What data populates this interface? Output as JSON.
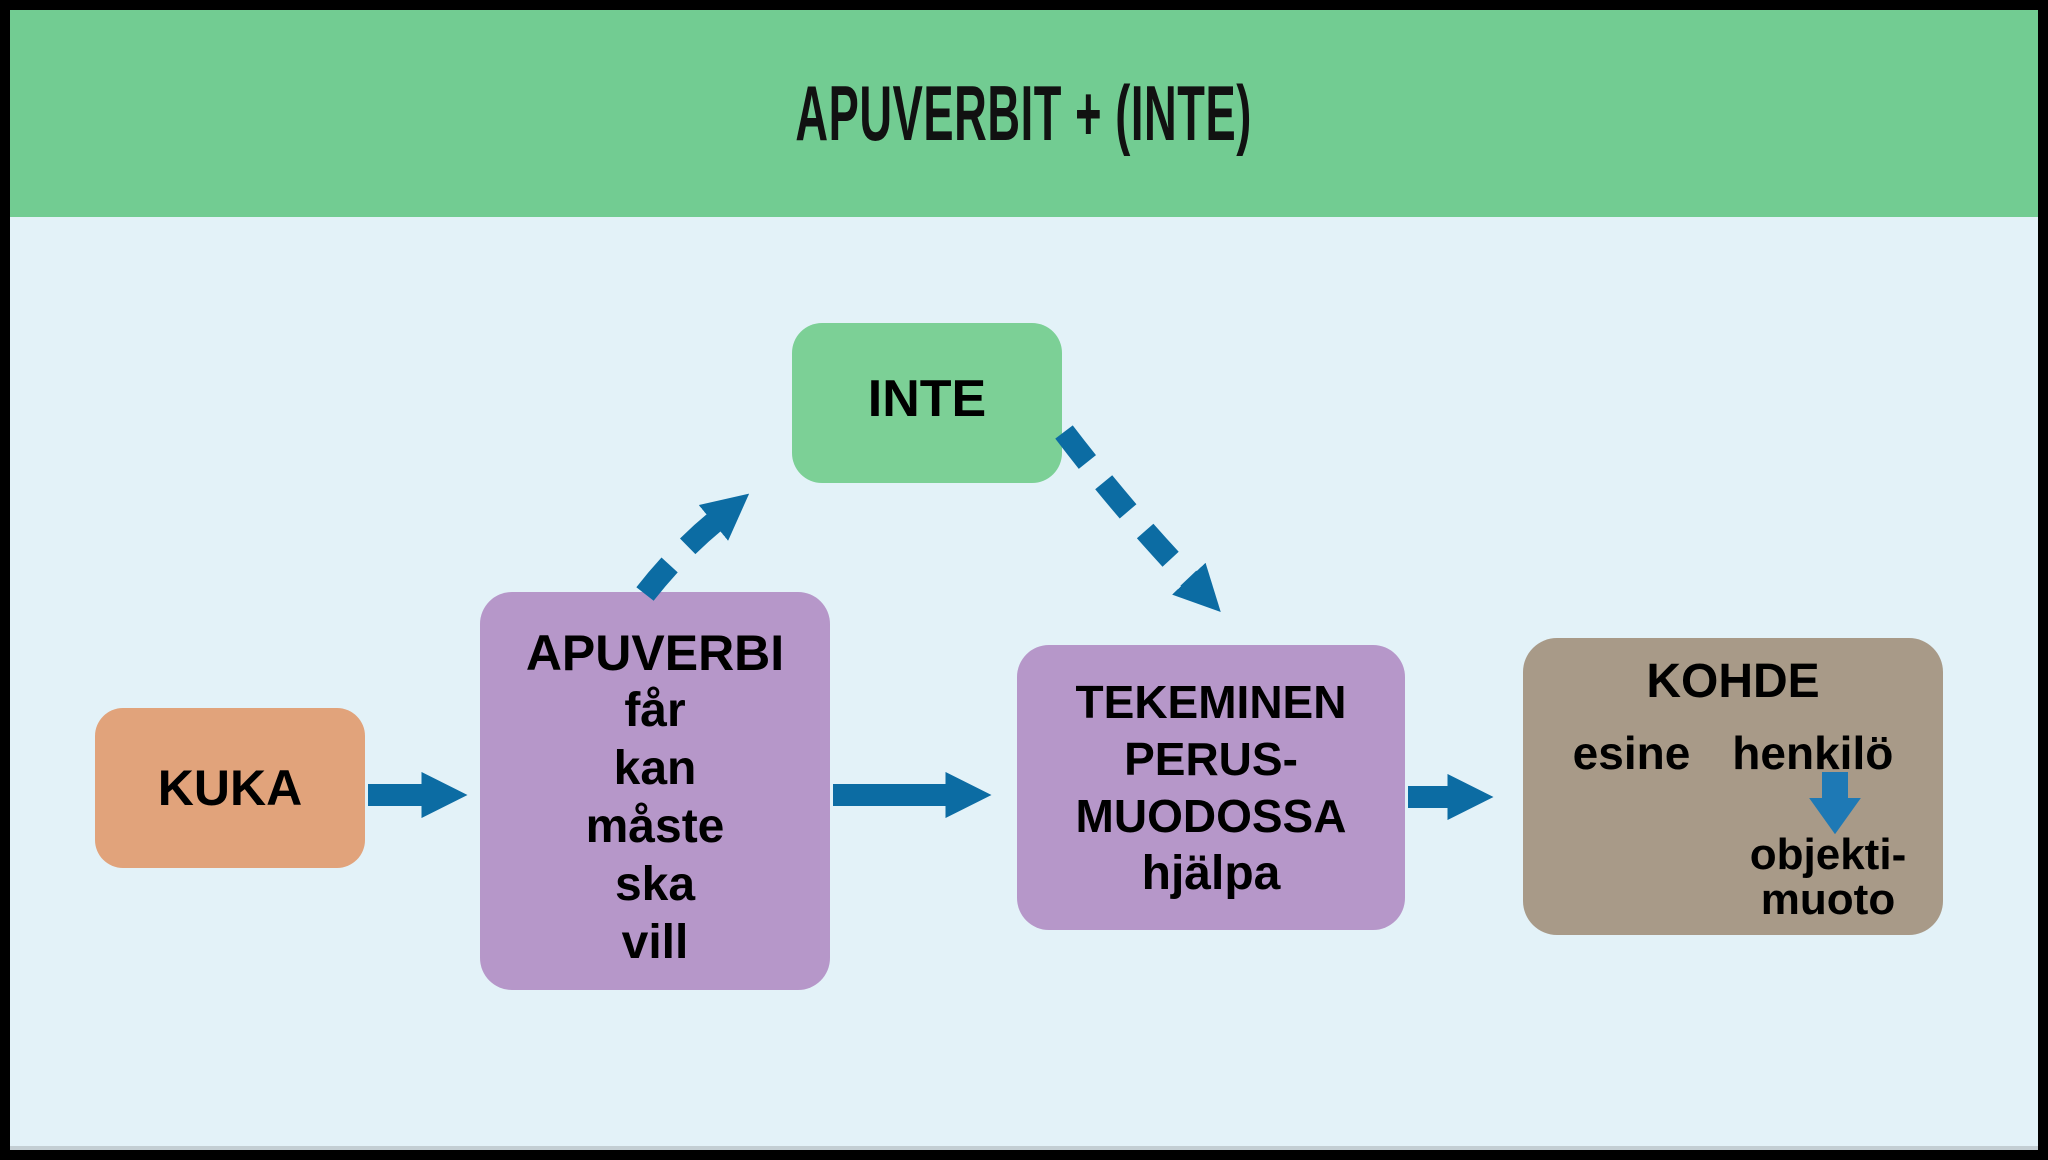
{
  "title": "APUVERBIT + (INTE)",
  "nodes": {
    "kuka": {
      "label": "KUKA"
    },
    "apuverbi": {
      "title": "APUVERBI",
      "verbs": [
        "får",
        "kan",
        "måste",
        "ska",
        "vill"
      ]
    },
    "inte": {
      "label": "INTE"
    },
    "tekeminen": {
      "lines": [
        "TEKEMINEN",
        "PERUS-",
        "MUODOSSA"
      ],
      "example": "hjälpa"
    },
    "kohde": {
      "title": "KOHDE",
      "left_item": "esine",
      "right_item": "henkilö",
      "note_lines": [
        "objekti-",
        "muoto"
      ]
    }
  },
  "connections": [
    {
      "from": "kuka",
      "to": "apuverbi",
      "style": "solid"
    },
    {
      "from": "apuverbi",
      "to": "inte",
      "style": "dashed"
    },
    {
      "from": "inte",
      "to": "tekeminen",
      "style": "dashed"
    },
    {
      "from": "apuverbi",
      "to": "tekeminen",
      "style": "solid"
    },
    {
      "from": "tekeminen",
      "to": "kohde",
      "style": "solid"
    },
    {
      "from": "henkilö",
      "to": "objekti-muoto",
      "style": "solid-small"
    }
  ],
  "colors": {
    "frame": "#000000",
    "header_green": "#72cc92",
    "stage_blue": "#e3f2f8",
    "inte_green": "#7cd096",
    "purple_box": "#b697c9",
    "kuka_orange": "#e1a37b",
    "kohde_taupe": "#a89a88",
    "arrow_blue": "#0c6ca3",
    "object_arrow_blue": "#1e79b5",
    "text": "#000000"
  }
}
